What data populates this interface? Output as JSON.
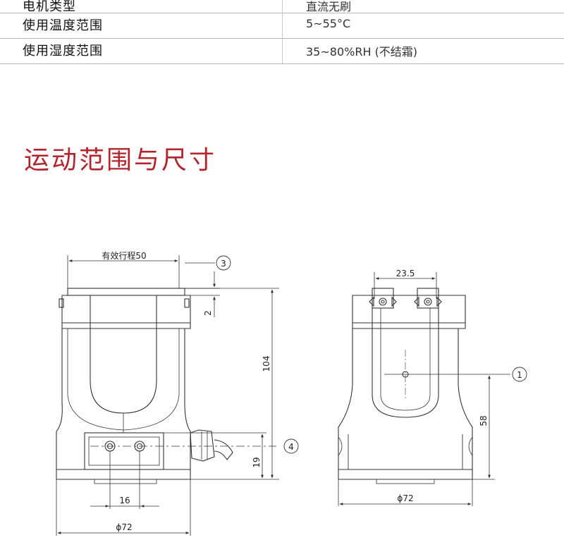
{
  "spec_table": {
    "rows": [
      {
        "label": "电机类型",
        "value": "直流无刷"
      },
      {
        "label": "使用温度范围",
        "value": "5~55°C"
      },
      {
        "label": "使用湿度范围",
        "value": "35~80%RH (不结霜)"
      }
    ]
  },
  "section_title": "运动范围与尺寸",
  "front_view": {
    "stroke_label": "有效行程50",
    "dim_height": "104",
    "dim_gap": "2",
    "dim_fingers": "19",
    "dim_holes": "16",
    "dim_diameter": "ϕ72",
    "callout_top": "3",
    "callout_side": "4"
  },
  "side_view": {
    "dim_jaw": "23.5",
    "dim_center": "58",
    "dim_diameter": "ϕ72",
    "callout_center": "1"
  },
  "colors": {
    "accent": "#b3242c",
    "line": "#333333",
    "border": "#b8b8b8"
  }
}
